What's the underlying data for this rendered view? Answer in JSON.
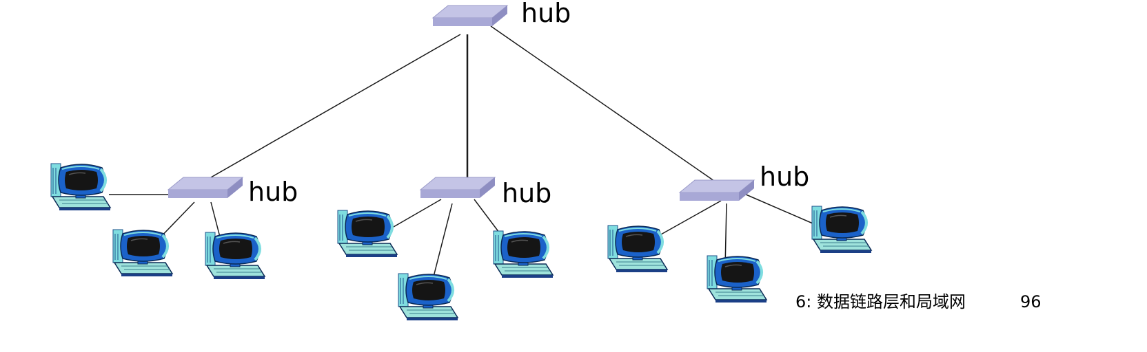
{
  "diagram": {
    "hubs": [
      {
        "name": "top",
        "label": "hub"
      },
      {
        "name": "left",
        "label": "hub"
      },
      {
        "name": "middle",
        "label": "hub"
      },
      {
        "name": "right",
        "label": "hub"
      }
    ],
    "computer_icon": "desktop-computer-icon",
    "hub_icon": "network-hub-icon"
  },
  "footer": {
    "slide_label": "6: 数据链路层和局域网",
    "page_number": "96"
  },
  "colors": {
    "hub_top": "#c4c4e6",
    "hub_side": "#9a9ac8",
    "monitor_blue": "#1b62c9",
    "monitor_cyan": "#7fdde0",
    "screen": "#151515",
    "keyboard": "#9fe3dc",
    "line": "#1a1a1a"
  }
}
